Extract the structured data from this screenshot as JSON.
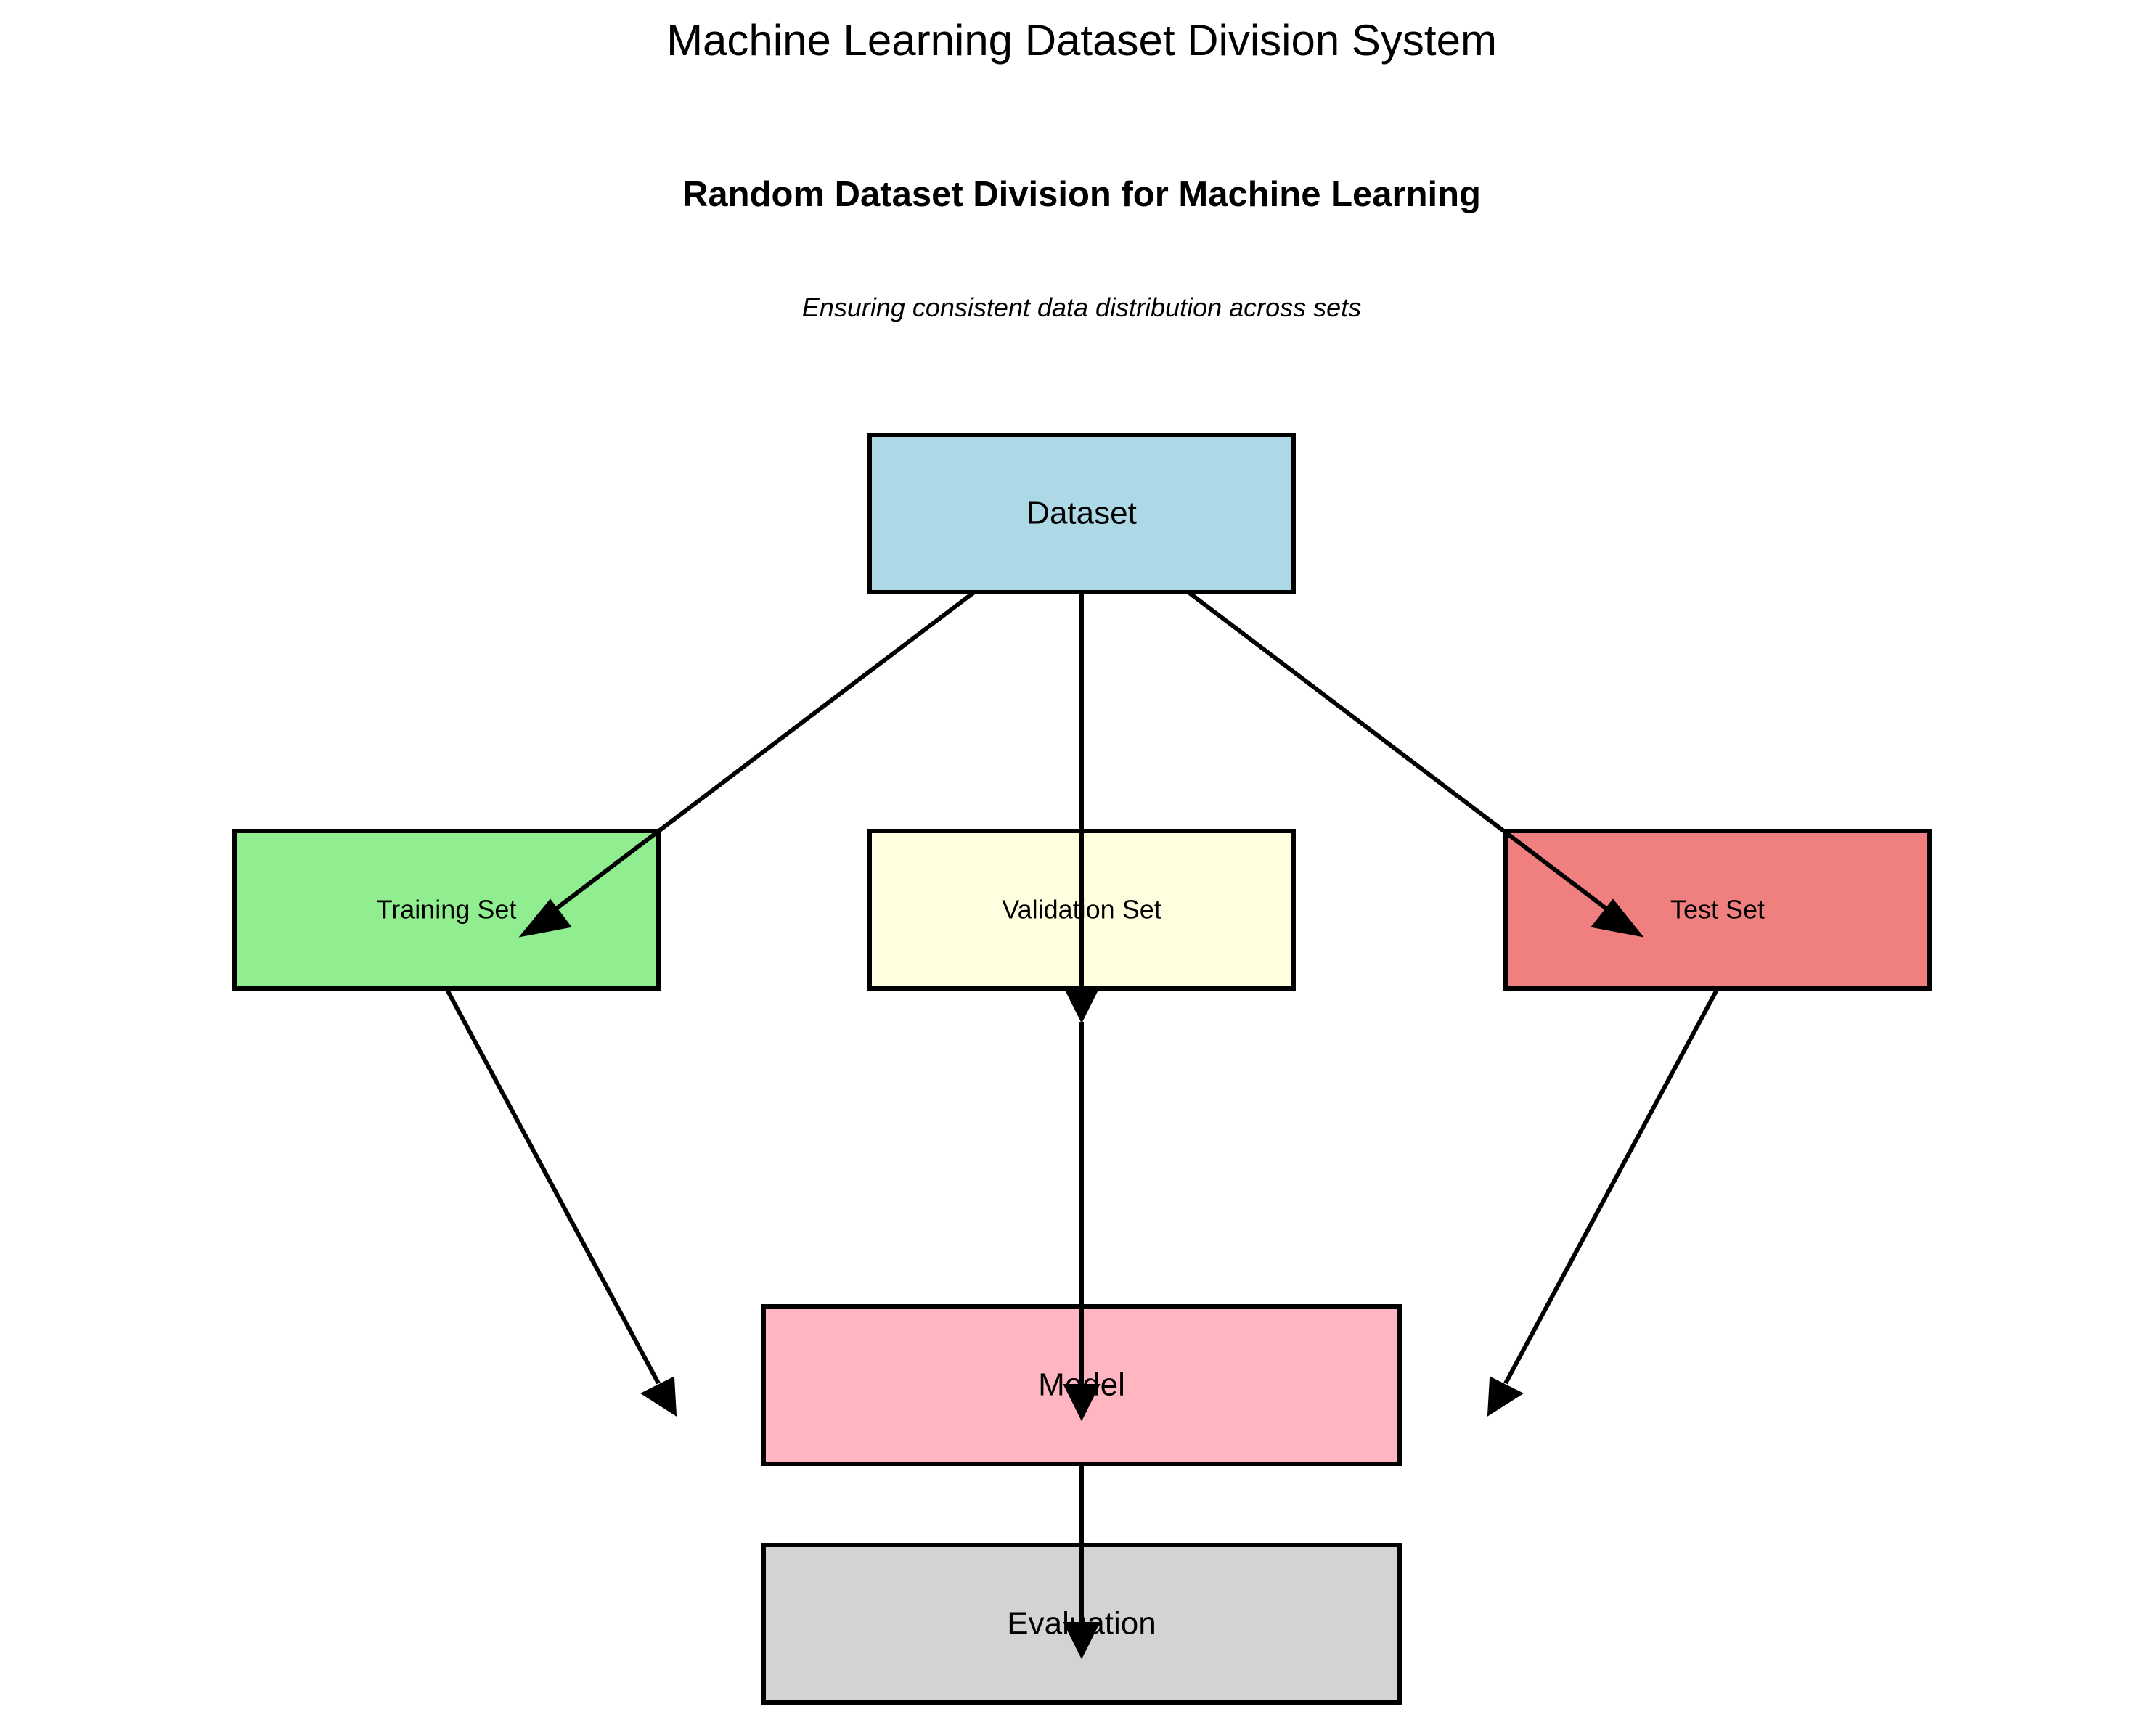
{
  "diagram": {
    "title": "Machine Learning Dataset Division System",
    "subtitle": "Random Dataset Division for Machine Learning",
    "tagline": "Ensuring consistent data distribution across sets",
    "nodes": {
      "dataset": {
        "label": "Dataset",
        "color": "#ADD8E6"
      },
      "training": {
        "label": "Training Set",
        "color": "#90EE90"
      },
      "validation": {
        "label": "Validation Set",
        "color": "#FFFFE0"
      },
      "test": {
        "label": "Test Set",
        "color": "#F08080"
      },
      "model": {
        "label": "Model",
        "color": "#FFB6C1"
      },
      "evaluation": {
        "label": "Evaluation",
        "color": "#D3D3D3"
      }
    },
    "edges": [
      {
        "from": "dataset",
        "to": "training"
      },
      {
        "from": "dataset",
        "to": "validation"
      },
      {
        "from": "dataset",
        "to": "test"
      },
      {
        "from": "training",
        "to": "model"
      },
      {
        "from": "validation",
        "to": "model"
      },
      {
        "from": "test",
        "to": "model"
      },
      {
        "from": "model",
        "to": "evaluation"
      }
    ]
  }
}
